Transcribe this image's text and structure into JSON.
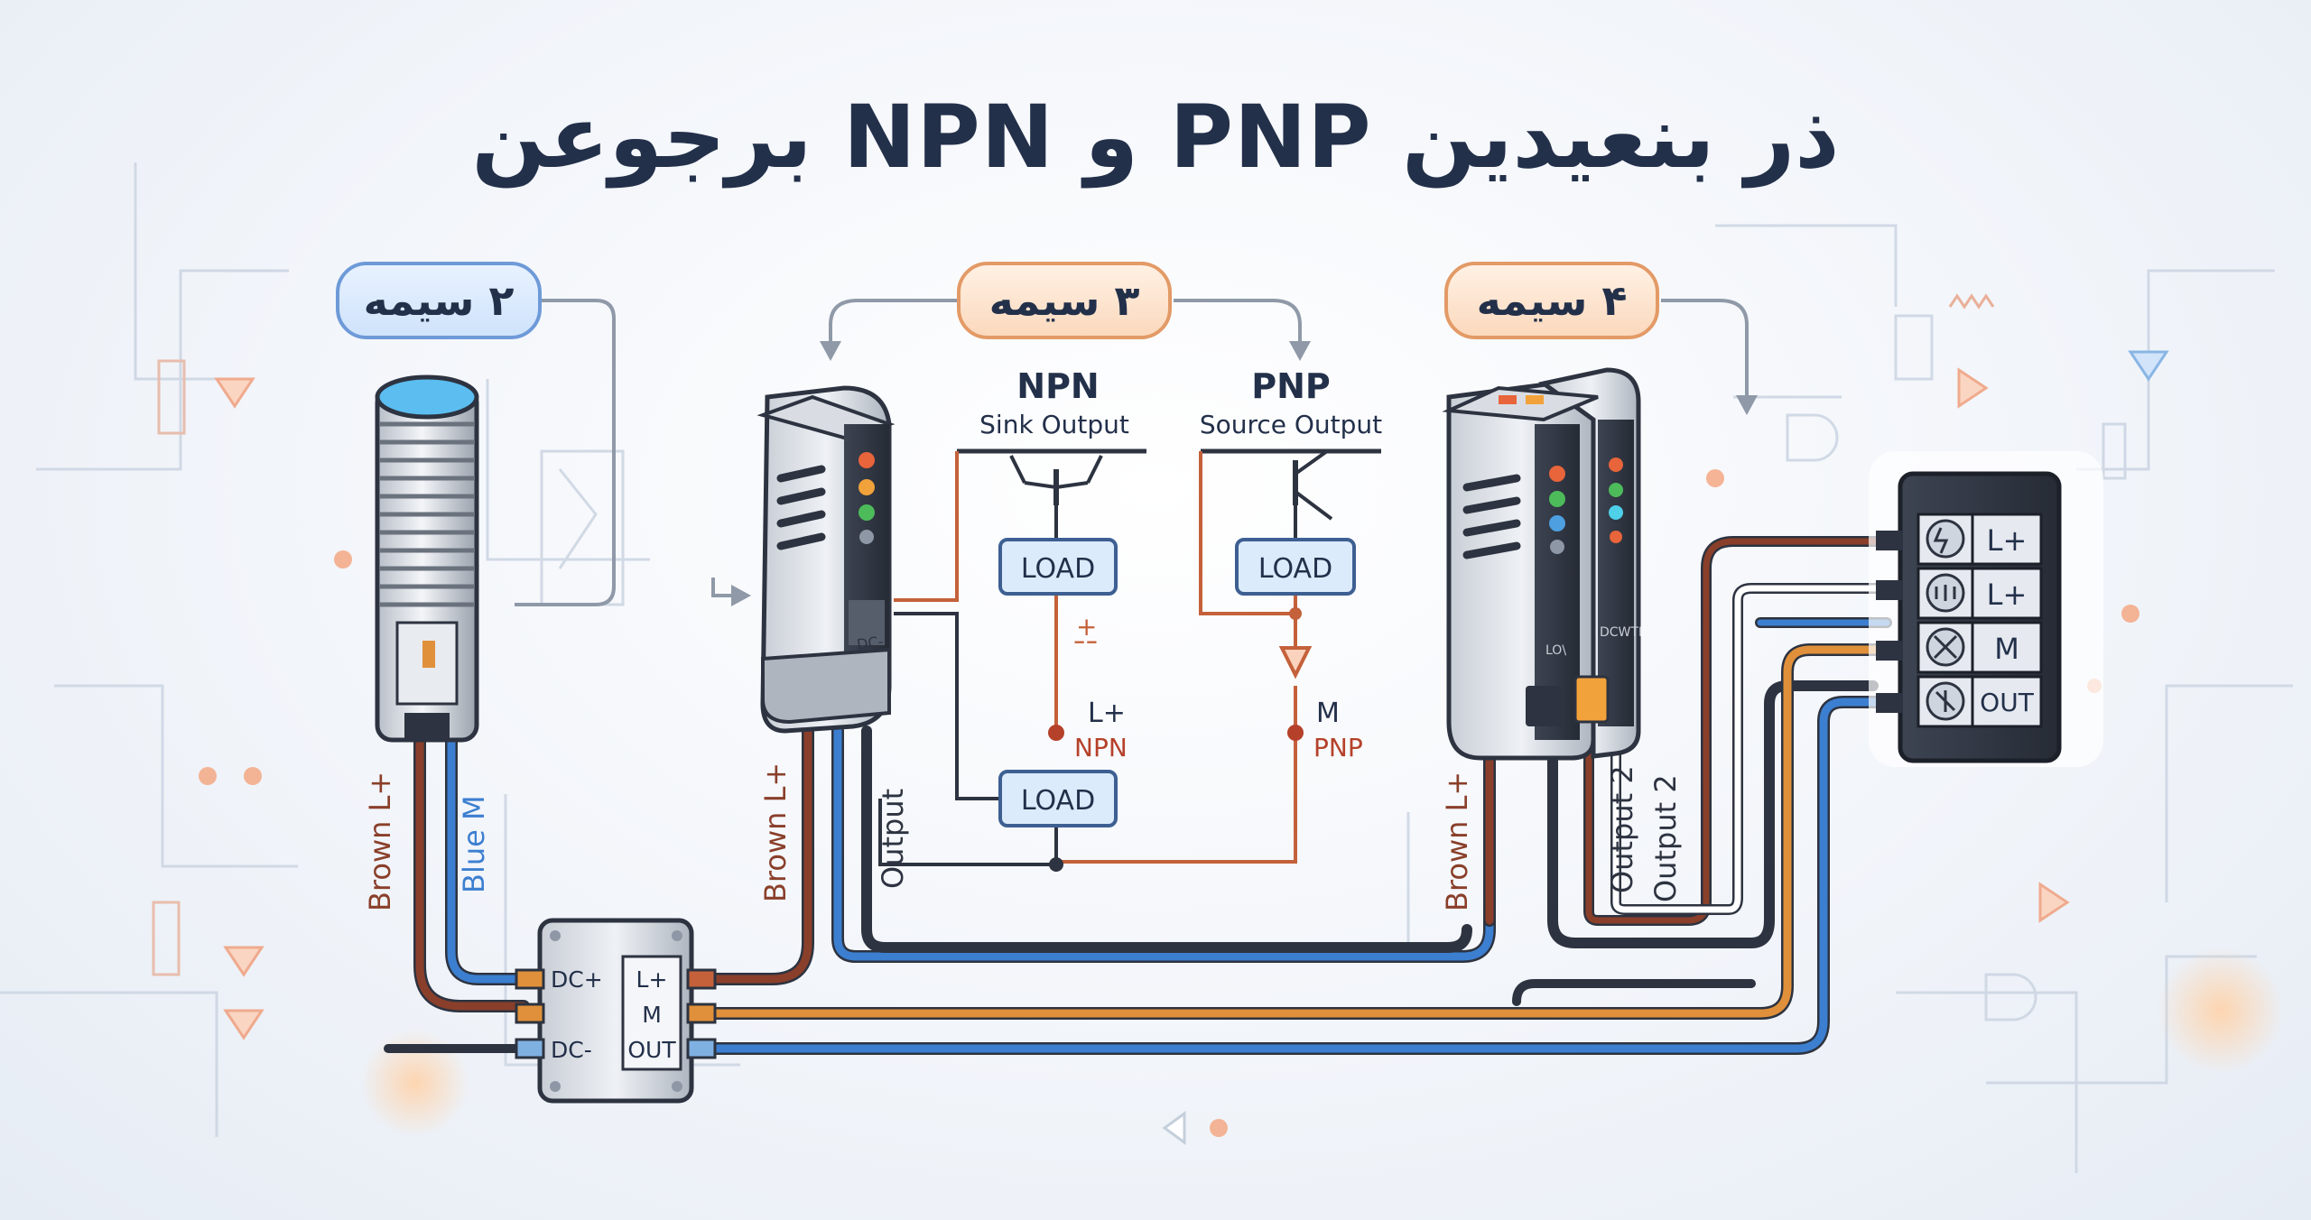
{
  "title": "ذر بنعیدین PNP و NPN برجوعن",
  "pills": {
    "two_wire": "۲ سیمه",
    "three_wire": "۳ سیمه",
    "four_wire": "۴ سیمه"
  },
  "npn": {
    "name": "NPN",
    "subtitle": "Sink Output",
    "load": "LOAD",
    "supply": "L+",
    "supply_sub": "NPN",
    "mark": "+¦",
    "load2": "LOAD"
  },
  "pnp": {
    "name": "PNP",
    "subtitle": "Source Output",
    "load": "LOAD",
    "ground": "M",
    "ground_sub": "PNP"
  },
  "wires": {
    "brown1": "Brown L+",
    "blue1": "Blue M",
    "brown2": "Brown L+",
    "output": "Output",
    "brown3": "Brown L+",
    "output2a": "Output 2",
    "output2b": "Output 2"
  },
  "sensor3_face": "DC-",
  "sensor4_face_a": "LO\\",
  "sensor4_face_b": "DCWTI",
  "junction": {
    "dc_plus": "DC+",
    "dc_minus": "DC-",
    "l_plus": "L+",
    "m": "M",
    "out": "OUT"
  },
  "terminal": {
    "t1": "L+",
    "t2": "L+",
    "t3": "M",
    "t4": "OUT"
  },
  "colors": {
    "brown": "#8a3f2a",
    "blue": "#3c7fd0",
    "orange": "#e0903a",
    "dark": "#2d3340",
    "accent": "#c4613a"
  }
}
